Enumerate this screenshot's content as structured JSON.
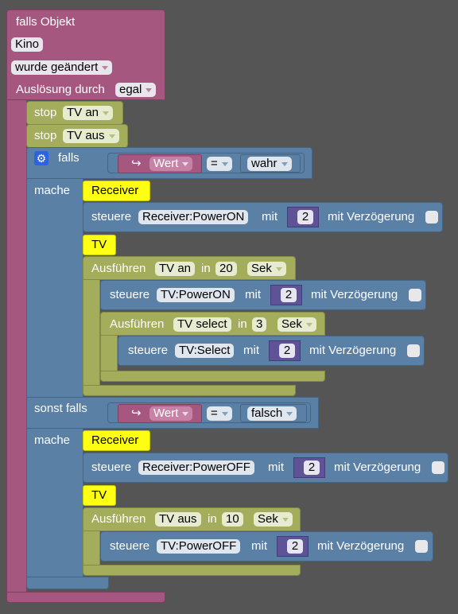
{
  "trigger": {
    "title": "falls Objekt",
    "object": "Kino",
    "condition": "wurde geändert",
    "trigger_label": "Auslösung durch",
    "trigger_value": "egal"
  },
  "stops": [
    {
      "label": "stop",
      "value": "TV an"
    },
    {
      "label": "stop",
      "value": "TV aus"
    }
  ],
  "if_block": {
    "falls_label": "falls",
    "mache_label": "mache",
    "sonst_label": "sonst falls",
    "gear_icon": "gear-icon",
    "cond1": {
      "arrow": "↪",
      "var": "Wert",
      "op": "=",
      "val": "wahr"
    },
    "cond2": {
      "arrow": "↪",
      "var": "Wert",
      "op": "=",
      "val": "falsch"
    }
  },
  "branch1": {
    "comment1": "Receiver",
    "control1": {
      "label": "steuere",
      "target": "Receiver:PowerON",
      "mit": "mit",
      "num": "2",
      "delay": "mit Verzögerung"
    },
    "comment2": "TV",
    "timeout1": {
      "label": "Ausführen",
      "name": "TV an",
      "in": "in",
      "num": "20",
      "unit": "Sek"
    },
    "control2": {
      "label": "steuere",
      "target": "TV:PowerON",
      "mit": "mit",
      "num": "2",
      "delay": "mit Verzögerung"
    },
    "timeout2": {
      "label": "Ausführen",
      "name": "TV select",
      "in": "in",
      "num": "3",
      "unit": "Sek"
    },
    "control3": {
      "label": "steuere",
      "target": "TV:Select",
      "mit": "mit",
      "num": "2",
      "delay": "mit Verzögerung"
    }
  },
  "branch2": {
    "comment1": "Receiver",
    "control1": {
      "label": "steuere",
      "target": "Receiver:PowerOFF",
      "mit": "mit",
      "num": "2",
      "delay": "mit Verzögerung"
    },
    "comment2": "TV",
    "timeout1": {
      "label": "Ausführen",
      "name": "TV aus",
      "in": "in",
      "num": "10",
      "unit": "Sek"
    },
    "control2": {
      "label": "steuere",
      "target": "TV:PowerOFF",
      "mit": "mit",
      "num": "2",
      "delay": "mit Verzögerung"
    }
  }
}
